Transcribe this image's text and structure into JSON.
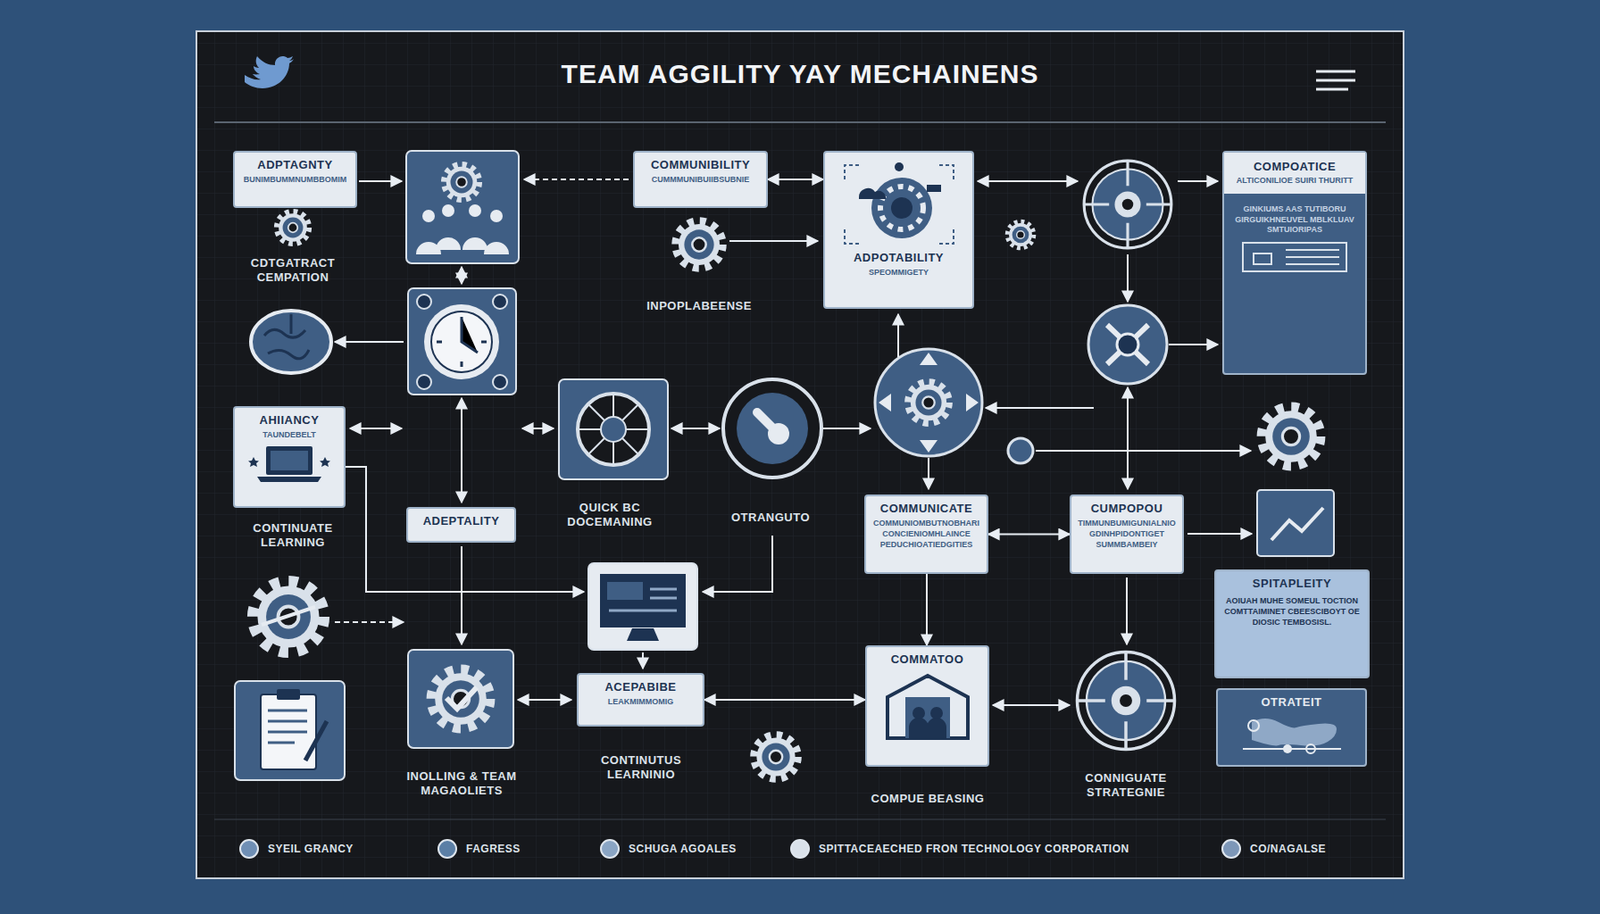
{
  "diagram": {
    "title": "TEAM AGGILITY YAY MECHAINENS",
    "nodes": [
      {
        "text": [
          "ADPTAGNTY",
          "BUNIMBUMMNUMBBOMIM"
        ]
      },
      {
        "text": [
          "COMMUNIBILITY",
          "CUMMMUNIBUIIBSUBNIE"
        ]
      },
      {
        "text": [
          "ADPOTABILITY",
          "SPEOMMIGETY"
        ]
      },
      {
        "text": [
          "COMPOATICE",
          "ALTICONILIOE SUIRI THURITT",
          "GINKIUMS AAS TUTIBORU GIRGUIKHNEUVEL MBLKLUAV SMTUIORIPAS"
        ]
      },
      {
        "text": [
          "AHIIANCY",
          "TAUNDEBELT"
        ]
      },
      {
        "text": [
          "ADEPTALITY"
        ]
      },
      {
        "text": [
          "COMMUNICATE",
          "COMMUNIOMBUTNOBHARI CONCIENIOMHLAINCE PEDUCHIOATIEDGITIES"
        ]
      },
      {
        "text": [
          "CUMPOPOU",
          "TIMMUNBUMIGUNIALNIO GDINHPIDONTIGET SUMMBAMBEIY"
        ]
      },
      {
        "text": [
          "SPITAPLEITY",
          "AOIUAH MUHE SOMEUL TOCTION COMTTAIMINET CBEESCIBOYT OE DIOSIC TEMBOSISL."
        ]
      },
      {
        "text": [
          "ACEPABIBE",
          "LEAKMIMMOMIG"
        ]
      },
      {
        "text": [
          "COMMATOO"
        ]
      },
      {
        "text": [
          "OTRATEIT"
        ]
      }
    ],
    "edges": [
      {
        "from": 1,
        "to": 2,
        "arrow": "both"
      },
      {
        "from": 6,
        "to": 7,
        "arrow": "both"
      },
      {
        "from": 6,
        "to": 10,
        "arrow": "to"
      },
      {
        "from": 9,
        "to": 10,
        "arrow": "both"
      }
    ],
    "labels": [
      "CDTGATRACT CEMPATION",
      "INPOPLABEENSE",
      "CONTINUATE LEARNING",
      "QUICK BC DOCEMANING",
      "OTRANGUTO",
      "INOLLING & TEAM MAGAOLIETS",
      "CONTINUTUS LEARNINIO",
      "COMPUE BEASING",
      "CONNIGUATE STRATEGNIE"
    ],
    "legend": [
      {
        "text": "SYEIL GRANCY",
        "color": "#6f8fb5"
      },
      {
        "text": "FAGRESS",
        "color": "#5b7fa6"
      },
      {
        "text": "SCHUGA AGOALES",
        "color": "#8aa5c4"
      },
      {
        "text": "SPITTACEAECHED FRON TECHNOLOGY CORPORATION",
        "color": "#d9e1ea"
      },
      {
        "text": "CO/NAGALSE",
        "color": "#7d97b8"
      }
    ]
  }
}
